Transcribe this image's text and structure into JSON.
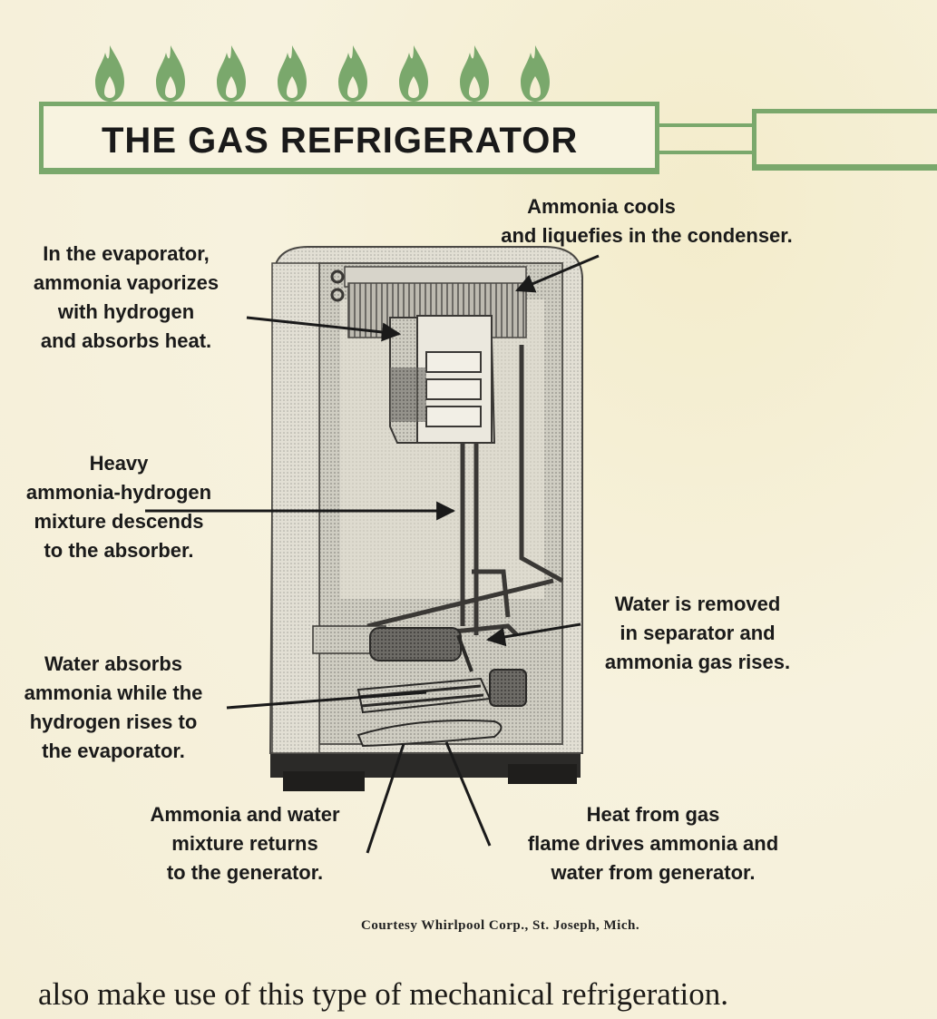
{
  "header": {
    "title": "THE GAS REFRIGERATOR",
    "accent_color": "#7aa86c",
    "flame_icon": "gas-flame-icon",
    "flame_count": 8
  },
  "labels": {
    "condenser": [
      "Ammonia cools",
      "and liquefies in the condenser."
    ],
    "evaporator": [
      "In the evaporator,",
      "ammonia vaporizes",
      "with hydrogen",
      "and absorbs heat."
    ],
    "mixture": [
      "Heavy",
      "ammonia-hydrogen",
      "mixture descends",
      "to the absorber."
    ],
    "separator": [
      "Water is removed",
      "in separator and",
      "ammonia gas rises."
    ],
    "absorber": [
      "Water absorbs",
      "ammonia while the",
      "hydrogen rises to",
      "the evaporator."
    ],
    "returns": [
      "Ammonia and water",
      "mixture returns",
      "to the generator."
    ],
    "generator": [
      "Heat from gas",
      "flame drives ammonia and",
      "water from generator."
    ]
  },
  "credit": "Courtesy Whirlpool Corp., St. Joseph, Mich.",
  "body_text": "also make use of this type of mechanical refrigeration."
}
